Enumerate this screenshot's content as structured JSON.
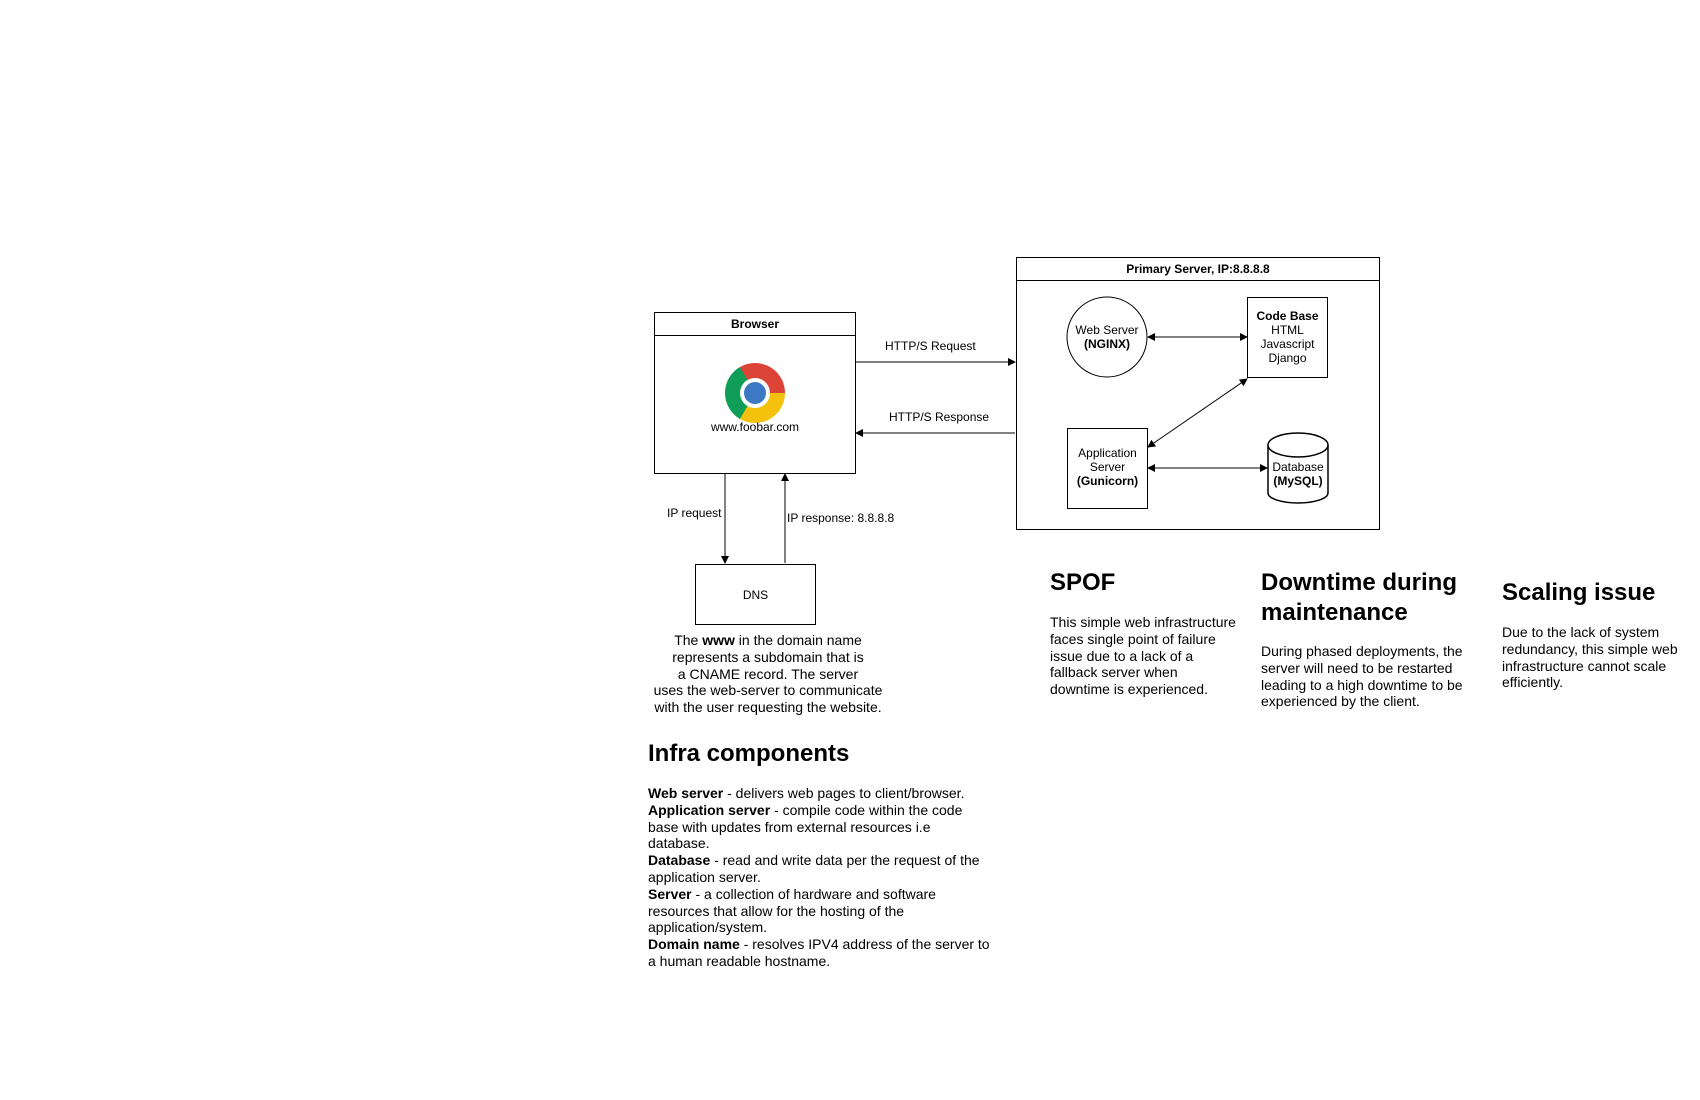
{
  "browser": {
    "title": "Browser",
    "url": "www.foobar.com",
    "logo_icon": "chrome-logo-icon"
  },
  "arrows": {
    "http_request": "HTTP/S Request",
    "http_response": "HTTP/S Response",
    "ip_request": "IP request",
    "ip_response": "IP response: 8.8.8.8"
  },
  "dns": {
    "label": "DNS"
  },
  "server": {
    "title": "Primary Server, IP:8.8.8.8",
    "web_server": {
      "line1": "Web Server",
      "line2": "(NGINX)"
    },
    "code_base": {
      "title": "Code Base",
      "items": [
        "HTML",
        "Javascript",
        "Django"
      ]
    },
    "app_server": {
      "line1": "Application",
      "line2": "Server",
      "line3": "(Gunicorn)"
    },
    "database": {
      "line1": "Database",
      "line2": "(MySQL)"
    }
  },
  "www_note": {
    "line1_pre": "The ",
    "line1_bold": "www",
    "line1_post": " in the domain name",
    "line2": "represents a subdomain that is",
    "line3": "a CNAME record. The server",
    "line4": "uses the web-server to communicate",
    "line5": "with the user requesting the website."
  },
  "infra": {
    "heading": "Infra components",
    "items": [
      {
        "term": "Web server",
        "desc": " - delivers web pages to client/browser."
      },
      {
        "term": "Application server",
        "desc": " - compile code within the code base with updates from external resources i.e database."
      },
      {
        "term": "Database",
        "desc": " - read and write data per the request of the application server."
      },
      {
        "term": "Server",
        "desc": " - a collection of hardware and software resources that allow for the hosting of the application/system."
      },
      {
        "term": "Domain name",
        "desc": " - resolves IPV4 address of the server to a human readable hostname."
      }
    ]
  },
  "spof": {
    "heading": "SPOF",
    "text": "This simple web infrastructure faces single point of failure issue due to a lack of a fallback server when downtime is experienced."
  },
  "downtime": {
    "heading": "Downtime during maintenance",
    "text": "During phased deployments, the server will need to be restarted leading to a high downtime to be experienced by the client."
  },
  "scaling": {
    "heading": "Scaling issue",
    "text": "Due to the lack of system redundancy, this simple web infrastructure cannot scale efficiently."
  }
}
